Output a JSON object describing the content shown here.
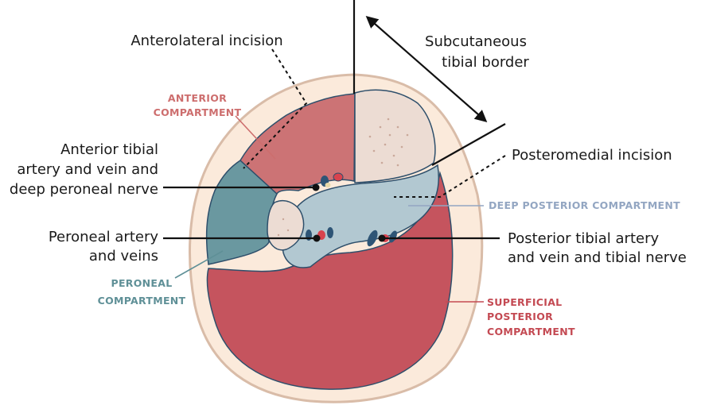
{
  "labels": {
    "anterolateral_incision": "Anterolateral incision",
    "subcutaneous_1": "Subcutaneous",
    "subcutaneous_2": "tibial border",
    "posteromedial_incision": "Posteromedial incision",
    "anterior_tibial_1": "Anterior tibial",
    "anterior_tibial_2": "artery and vein and",
    "anterior_tibial_3": "deep peroneal nerve",
    "peroneal_artery_1": "Peroneal artery",
    "peroneal_artery_2": "and veins",
    "posterior_tibial_1": "Posterior tibial artery",
    "posterior_tibial_2": "and vein and tibial nerve"
  },
  "compartments": {
    "anterior_1": "ANTERIOR",
    "anterior_2": "COMPARTMENT",
    "deep_posterior": "DEEP POSTERIOR COMPARTMENT",
    "peroneal_1": "PERONEAL",
    "peroneal_2": "COMPARTMENT",
    "superficial_1": "SUPERFICIAL",
    "superficial_2": "POSTERIOR",
    "superficial_3": "COMPARTMENT"
  },
  "colors": {
    "skin": "#fbeadb",
    "skin_edge": "#d9bca8",
    "anterior": "#cc7375",
    "anterior_text": "#cd6e6e",
    "peroneal": "#6a98a0",
    "peroneal_text": "#5f9097",
    "deep_posterior": "#b2c8d1",
    "deep_posterior_text": "#93a6c2",
    "superficial": "#c5545e",
    "superficial_text": "#c44a53",
    "bone": "#ecdcd3",
    "vessel_dark": "#2e5576",
    "vessel_red": "#d8434e"
  }
}
